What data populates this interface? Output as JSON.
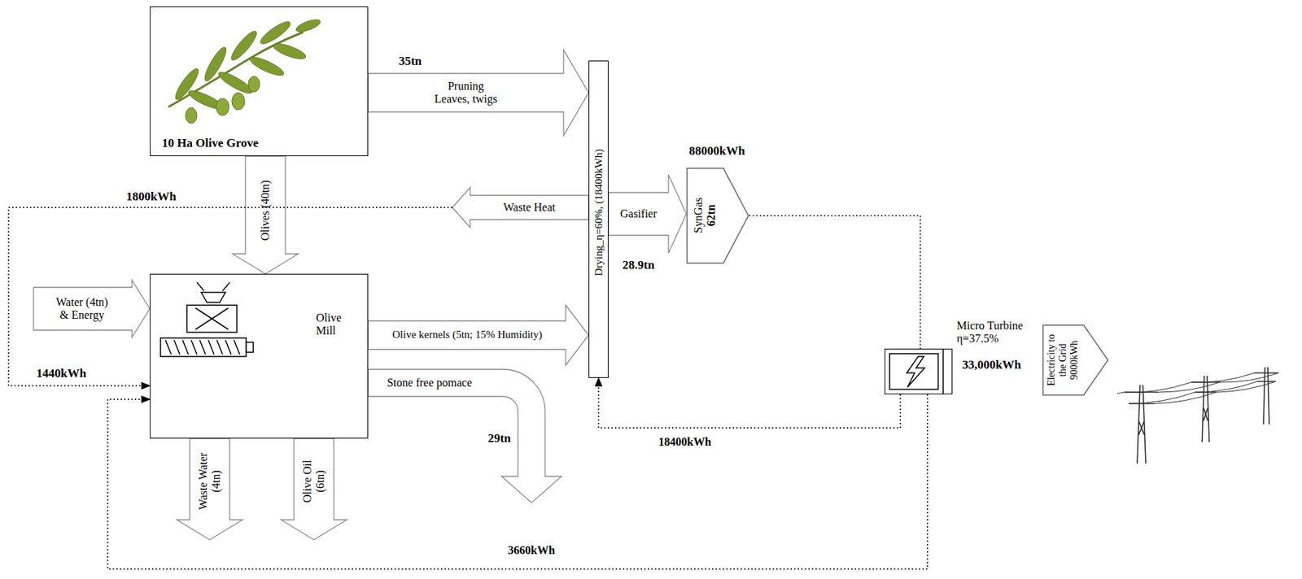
{
  "diagram": {
    "nodes": [
      {
        "text": [
          "10 Ha Olive Grove"
        ]
      },
      {
        "text": [
          "Olive Mill"
        ]
      },
      {
        "text": [
          "Drying_η=60%, (18400kWh)"
        ]
      },
      {
        "text": [
          "SynGas",
          "62tn"
        ]
      },
      {
        "text": [
          "Micro Turbine η=37.5%"
        ]
      },
      {
        "text": [
          "Electricity to the Grid",
          "9000kWh"
        ]
      }
    ],
    "edges": [
      {
        "from": 0,
        "to": 2,
        "arrow": "to",
        "label": "Pruning Leaves, twigs"
      },
      {
        "from": 0,
        "to": 1,
        "arrow": "to",
        "label": "Olives (40tn)"
      },
      {
        "from": 2,
        "to": 1,
        "arrow": "to",
        "label": "Waste Heat"
      },
      {
        "from": 1,
        "to": 2,
        "arrow": "to",
        "label": "Olive kernels (5tn; 15% Humidity)"
      },
      {
        "from": 2,
        "to": 3,
        "arrow": "to",
        "label": "Gasifier"
      },
      {
        "from": 3,
        "to": 4,
        "arrow": "none"
      },
      {
        "from": 4,
        "to": 2,
        "arrow": "to",
        "label": "18400kWh"
      },
      {
        "from": 4,
        "to": 1,
        "arrow": "to",
        "label": "3660kWh"
      }
    ],
    "labels": [
      "35tn",
      "28.9tn",
      "88000kWh",
      "1800kWh",
      "1440kWh",
      "Water (4tn) & Energy",
      "Stone free pomace",
      "29tn",
      "Waste Water (4tn)",
      "Olive Oil (6tn)",
      "33,000kWh"
    ]
  }
}
